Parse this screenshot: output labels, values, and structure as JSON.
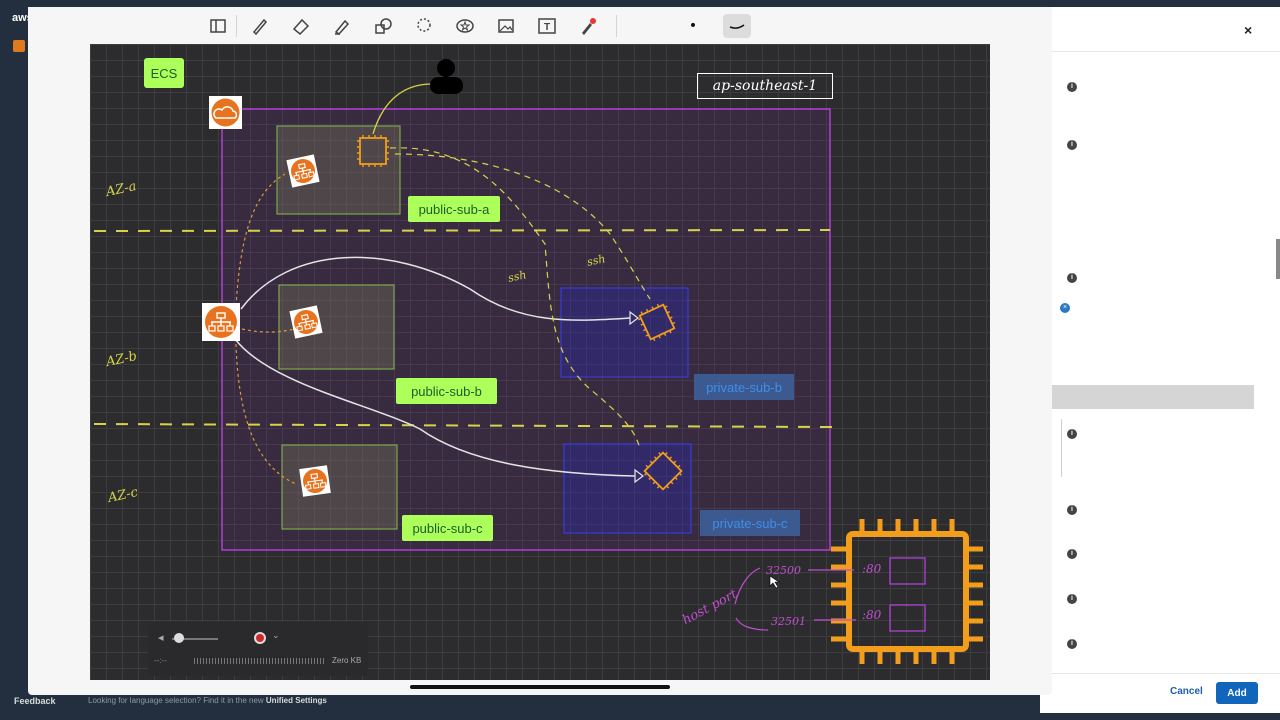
{
  "console": {
    "logo": "aws",
    "close_symbol": "×",
    "cancel_label": "Cancel",
    "add_label": "Add",
    "info_symbol": "i",
    "clear_symbol": "×"
  },
  "footer": {
    "feedback": "Feedback",
    "language_note": "Looking for language selection? Find it in the new",
    "language_link": "Unified Settings"
  },
  "toolbar": {
    "tools": [
      "sidebar-icon",
      "pen-icon",
      "eraser-icon",
      "highlighter-icon",
      "shapes-icon",
      "lasso-icon",
      "sticker-icon",
      "image-icon",
      "text-icon",
      "laser-pointer-icon",
      "dot-size-icon",
      "stroke-style-icon"
    ],
    "text_tool_glyph": "T",
    "dot_glyph": "•"
  },
  "diagram": {
    "service_label": "ECS",
    "region_label": "ap-southeast-1",
    "az_labels": [
      "AZ-a",
      "AZ-b",
      "AZ-c"
    ],
    "public_subnets": [
      "public-sub-a",
      "public-sub-b",
      "public-sub-c"
    ],
    "private_subnets": [
      "private-sub-b",
      "private-sub-c"
    ],
    "ssh_labels": [
      "ssh",
      "ssh"
    ],
    "host_port_label": "host port",
    "port_labels": [
      "32500",
      "32501"
    ],
    "container_ports": [
      ":80",
      ":80"
    ]
  },
  "recorder": {
    "time": "--:--",
    "size": "Zero KB",
    "mute_glyph": "◂",
    "chevron": "⌄"
  }
}
